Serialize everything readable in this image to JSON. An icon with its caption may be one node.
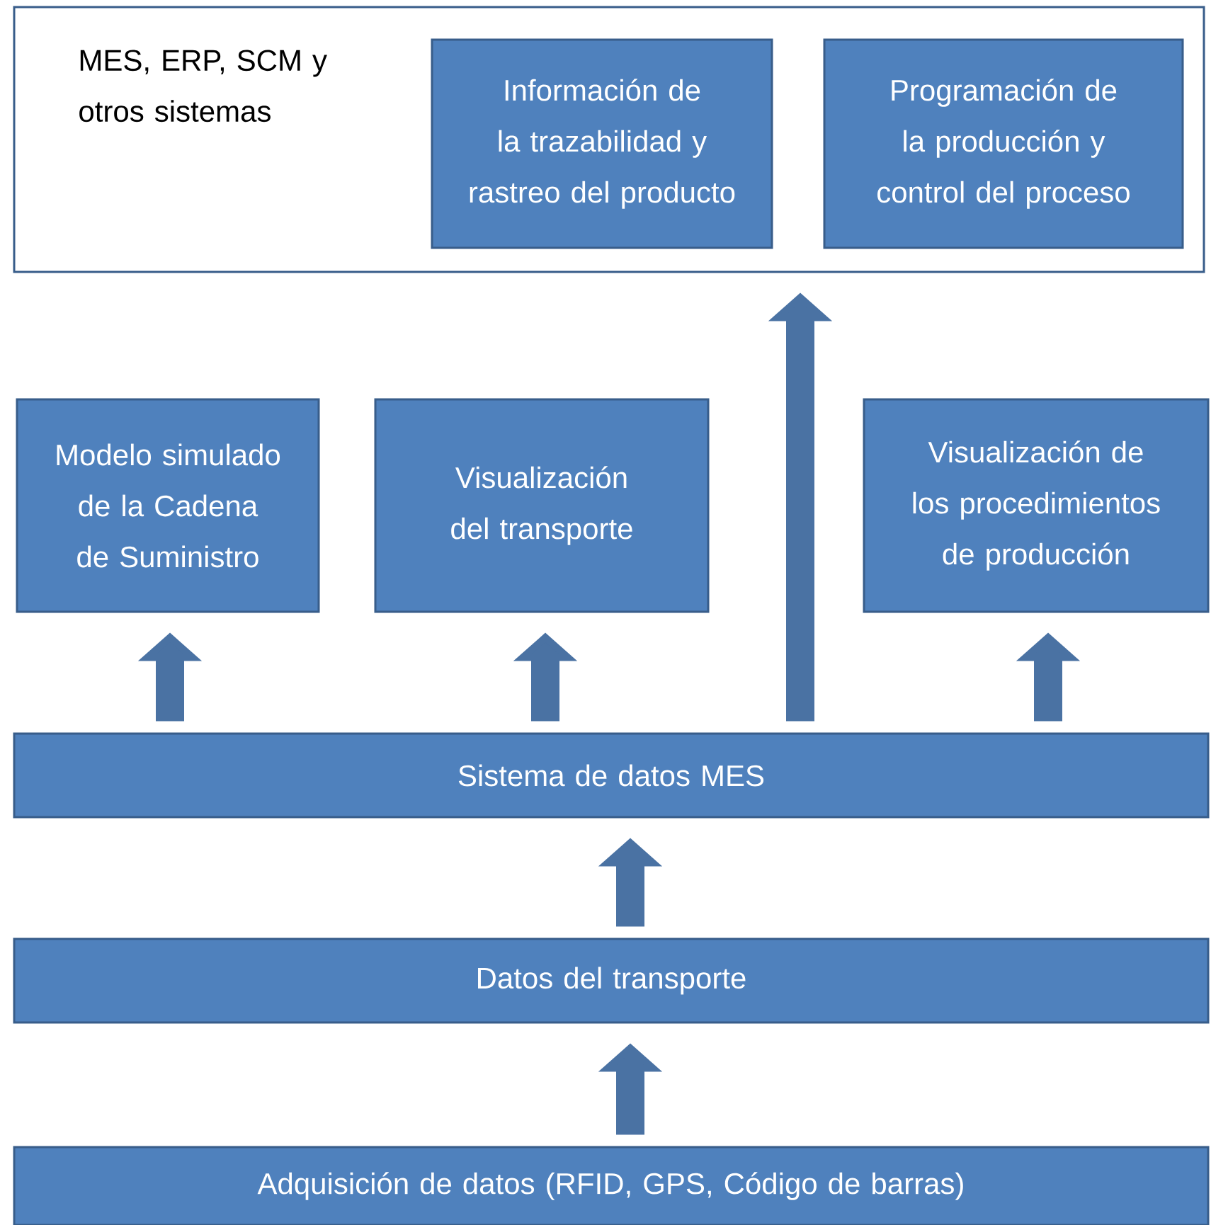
{
  "diagram": {
    "nodes": [
      {
        "text": [
          "MES, ERP, SCM y otros sistemas"
        ]
      },
      {
        "text": [
          "Información de la trazabilidad y rastreo del producto"
        ],
        "in": 0
      },
      {
        "text": [
          "Programación de la producción y control del proceso"
        ],
        "in": 0
      },
      {
        "text": [
          "Modelo simulado de la Cadena de Suministro"
        ]
      },
      {
        "text": [
          "Visualización del transporte"
        ]
      },
      {
        "text": [
          "Visualización de los procedimientos de producción"
        ]
      },
      {
        "text": [
          "Sistema de datos MES"
        ]
      },
      {
        "text": [
          "Datos del transporte"
        ]
      },
      {
        "text": [
          "Adquisición de datos (RFID, GPS, Código de barras)"
        ]
      }
    ],
    "edges": [
      {
        "from": 6,
        "to": 3,
        "arrow": "to"
      },
      {
        "from": 6,
        "to": 4,
        "arrow": "to"
      },
      {
        "from": 6,
        "to": 0,
        "arrow": "to"
      },
      {
        "from": 6,
        "to": 5,
        "arrow": "to"
      },
      {
        "from": 7,
        "to": 6,
        "arrow": "to"
      },
      {
        "from": 8,
        "to": 7,
        "arrow": "to"
      }
    ]
  }
}
